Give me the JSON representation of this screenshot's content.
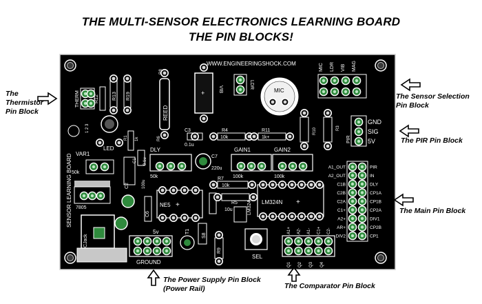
{
  "header": {
    "title_line1": "THE MULTI-SENSOR ELECTRONICS LEARNING BOARD",
    "title_line2": "THE PIN BLOCKS!"
  },
  "callouts": {
    "thermistor": [
      "The",
      "Thermistor",
      "Pin Block"
    ],
    "sensor_selection": [
      "The Sensor Selection",
      "Pin Block"
    ],
    "pir": "The PIR Pin Block",
    "main": "The Main Pin Block",
    "power_supply": [
      "The Power Supply Pin Block",
      "(Power Rail)"
    ],
    "comparator": "The Comparator Pin Block"
  },
  "board": {
    "url": "WWW.ENGINEERINGSHOCK.COM",
    "side_label": "SENSOR LEARNING BOARD",
    "labels": {
      "therm": "THERM",
      "r12": "R12",
      "r13": "R13",
      "r19": "R19",
      "r8": "R8",
      "reed": "REED",
      "r6": "R6",
      "vib": "VIB",
      "ldr": "LDR",
      "mic": "MIC",
      "mic_sel": "MIC",
      "ldr_sel": "LDR",
      "vib_sel": "VIB",
      "mag_sel": "MAG",
      "c3": "C3",
      "c3v": "0.1u",
      "r4": "R4",
      "r4v": "10k",
      "r11": "R11",
      "r11v": "1k+",
      "r10": "R10",
      "r3": "R3",
      "pir": "PIR",
      "gnd": "GND",
      "sig": "SIG",
      "v5": "5V",
      "var1": "VAR1",
      "led": "LED",
      "r1": "R1",
      "r1v": "1k",
      "c1": "C1",
      "c1v": "0.1u",
      "dly": "DLY",
      "k50a": "50k",
      "c7": "C7",
      "c7v": "220u",
      "gain1": "GAIN1",
      "k100a": "100k",
      "gain2": "GAIN2",
      "k100b": "100k",
      "k50b": "50k",
      "c2": "C2",
      "c2v": "100u",
      "reg": "7805",
      "ne": "NE5",
      "r7": "R7",
      "r7v": "10k",
      "r5": "R5",
      "r5v": "10u",
      "lm": "LM324N",
      "lm2": "LM324",
      "dc": "DCJack",
      "r2": "R2",
      "v5b": "5v",
      "ground": "GROUND",
      "t1": "T1",
      "s8": "S8",
      "r9": "R9",
      "sel": "SEL",
      "c6": "C6",
      "q1": "Q1",
      "q2": "Q2",
      "q3": "Q3",
      "q4": "Q4"
    },
    "main_block": {
      "left": [
        "A1_OUT",
        "A2_OUT",
        "C1B",
        "C2B",
        "C2A",
        "C1+",
        "A2+",
        "AR+",
        "DIV2"
      ],
      "right": [
        "PIR",
        "IN",
        "DLY",
        "CP1A",
        "CP1B",
        "CP2A",
        "DIV1",
        "CP2B",
        "CP1"
      ]
    },
    "comparator_labels": [
      "A1+",
      "A2-",
      "A1-",
      "C1+",
      "C2-"
    ]
  }
}
